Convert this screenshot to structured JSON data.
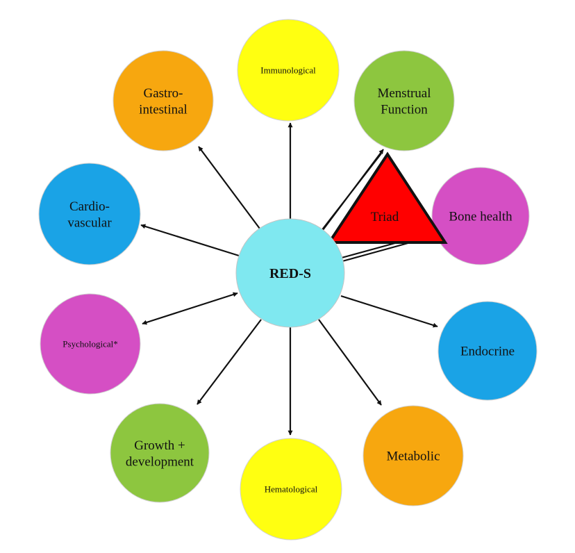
{
  "center": {
    "label": "RED-S",
    "color": "#7fe8f0"
  },
  "nodes": [
    {
      "id": "immunological",
      "lines": [
        "Immunological"
      ],
      "color": "#ffff11"
    },
    {
      "id": "menstrual-function",
      "lines": [
        "Menstrual",
        "Function"
      ],
      "color": "#8dc63f"
    },
    {
      "id": "bone-health",
      "lines": [
        "Bone health"
      ],
      "color": "#d54fc4"
    },
    {
      "id": "endocrine",
      "lines": [
        "Endocrine"
      ],
      "color": "#1aa3e6"
    },
    {
      "id": "metabolic",
      "lines": [
        "Metabolic"
      ],
      "color": "#f7a70f"
    },
    {
      "id": "hematological",
      "lines": [
        "Hematological"
      ],
      "color": "#ffff11"
    },
    {
      "id": "growth-development",
      "lines": [
        "Growth +",
        "development"
      ],
      "color": "#8dc63f"
    },
    {
      "id": "psychological",
      "lines": [
        "Psychological*"
      ],
      "color": "#d54fc4"
    },
    {
      "id": "cardiovascular",
      "lines": [
        "Cardio-",
        "vascular"
      ],
      "color": "#1aa3e6"
    },
    {
      "id": "gastrointestinal",
      "lines": [
        "Gastro-",
        "intestinal"
      ],
      "color": "#f7a70f"
    }
  ],
  "triad": {
    "label": "Triad",
    "color": "#ff0000"
  },
  "colors": {
    "arrow": "#111111",
    "triad_border": "#111111"
  }
}
